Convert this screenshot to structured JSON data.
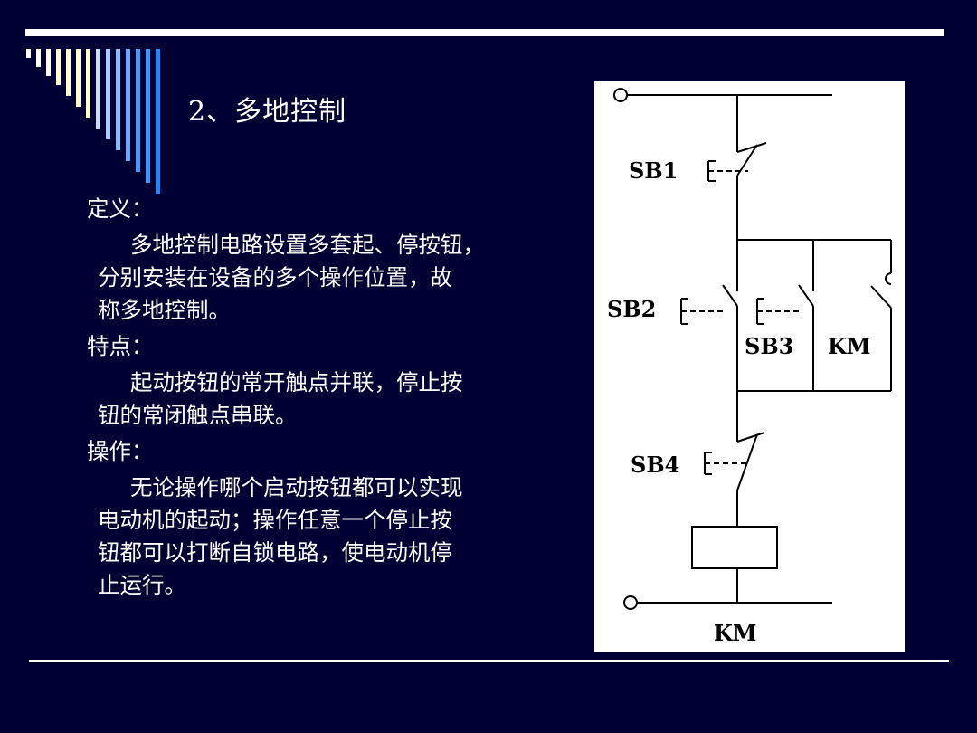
{
  "title": "2、多地控制",
  "sections": [
    {
      "heading": "定义：",
      "lines": [
        "多地控制电路设置多套起、停按钮，",
        "分别安装在设备的多个操作位置，故",
        "称多地控制。"
      ]
    },
    {
      "heading": "特点：",
      "lines": [
        "起动按钮的常开触点并联，停止按",
        "钮的常闭触点串联。"
      ]
    },
    {
      "heading": "操作：",
      "lines": [
        "无论操作哪个启动按钮都可以实现",
        "电动机的起动；操作任意一个停止按",
        "钮都可以打断自锁电路，使电动机停",
        "止运行。"
      ]
    }
  ],
  "diagram": {
    "labels": {
      "sb1": "SB1",
      "sb2": "SB2",
      "sb3": "SB3",
      "km_contact": "KM",
      "sb4": "SB4",
      "km_coil": "KM"
    }
  },
  "colors": {
    "background": "#000033",
    "text": "#ffffff",
    "stripe_cream": "#ffffcc",
    "stripe_blue": "#3399ff"
  }
}
